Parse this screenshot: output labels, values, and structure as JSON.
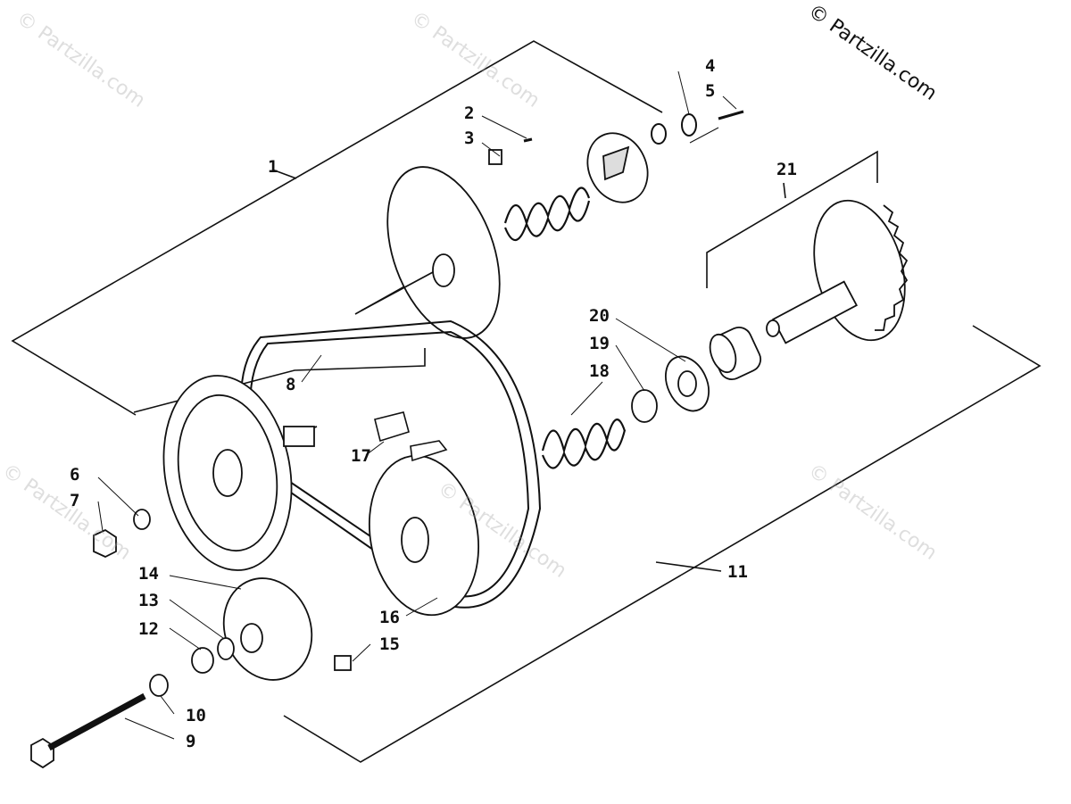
{
  "copyright": "© Partzilla.com",
  "watermark": "© Partzilla.com",
  "callouts": [
    "1",
    "2",
    "3",
    "4",
    "5",
    "6",
    "7",
    "8",
    "9",
    "10",
    "11",
    "12",
    "13",
    "14",
    "15",
    "16",
    "17",
    "18",
    "19",
    "20",
    "21"
  ],
  "colors": {
    "line": "#111111",
    "fill": "#ffffff",
    "shade": "#9a9a9a",
    "watermark": "#c8c8c8"
  }
}
